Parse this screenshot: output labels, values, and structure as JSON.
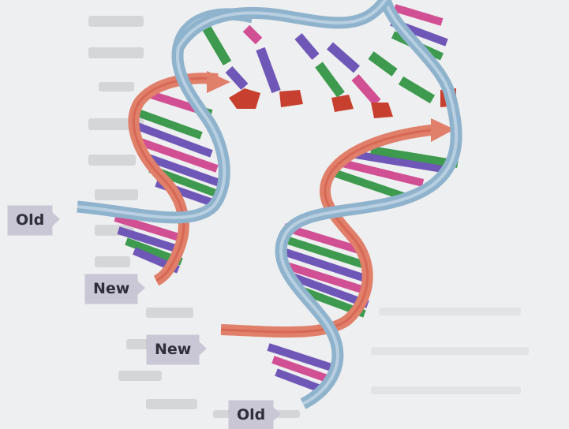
{
  "labels": {
    "old_left": "Old",
    "new_left": "New",
    "new_bottom": "New",
    "old_bottom": "Old"
  },
  "colors": {
    "background": "#eeeff0",
    "old_strand": "#8fb3cc",
    "new_strand": "#e07f6a",
    "new_strand_dark": "#c7402f",
    "base_green": "#3d9a4e",
    "base_purple": "#6f57b8",
    "base_magenta": "#d14f93",
    "label_bg": "#c9c6d6"
  }
}
